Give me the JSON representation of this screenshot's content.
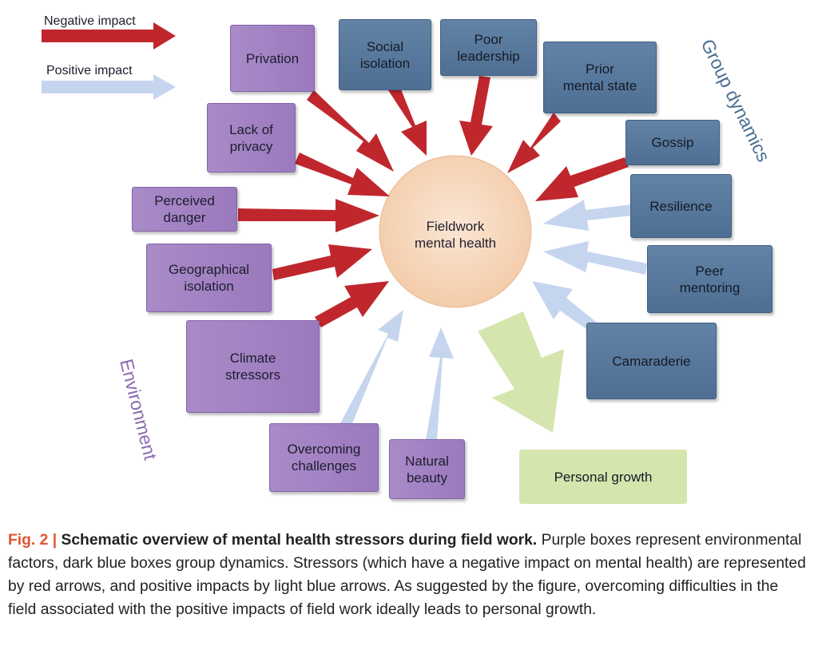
{
  "legend": {
    "negative_label": "Negative impact",
    "positive_label": "Positive impact"
  },
  "center": {
    "label": "Fieldwork\nmental health"
  },
  "groups": {
    "group_dynamics_label": "Group dynamics",
    "environment_label": "Environment"
  },
  "boxes": {
    "privation": "Privation",
    "lack_of_privacy": "Lack of\nprivacy",
    "perceived_danger": "Perceived\ndanger",
    "geographical_isolation": "Geographical\nisolation",
    "climate_stressors": "Climate\nstressors",
    "overcoming_challenges": "Overcoming\nchallenges",
    "natural_beauty": "Natural\nbeauty",
    "social_isolation": "Social\nisolation",
    "poor_leadership": "Poor\nleadership",
    "prior_mental_state": "Prior\nmental state",
    "gossip": "Gossip",
    "resilience": "Resilience",
    "peer_mentoring": "Peer\nmentoring",
    "camaraderie": "Camaraderie",
    "personal_growth": "Personal growth"
  },
  "caption": {
    "fig_label": "Fig. 2 |",
    "title": "Schematic overview of mental health stressors during field work.",
    "text": "Purple boxes represent environmental factors, dark blue boxes group dynamics. Stressors (which have a negative impact on mental health) are represented by red arrows, and positive impacts by light blue arrows. As suggested by the figure, overcoming difficulties in the field associated with the positive impacts of field work ideally leads to personal growth."
  },
  "colors": {
    "negative_arrow": "#c0272d",
    "positive_arrow": "#c6d5ee",
    "growth_arrow": "#d5e5ae",
    "environment_box": "#a287c4",
    "group_box": "#557799",
    "center_circle": "#f7d7bd",
    "caption_fig": "#e0562e",
    "environment_text": "#8a6bb0",
    "group_text": "#4a6e94"
  }
}
